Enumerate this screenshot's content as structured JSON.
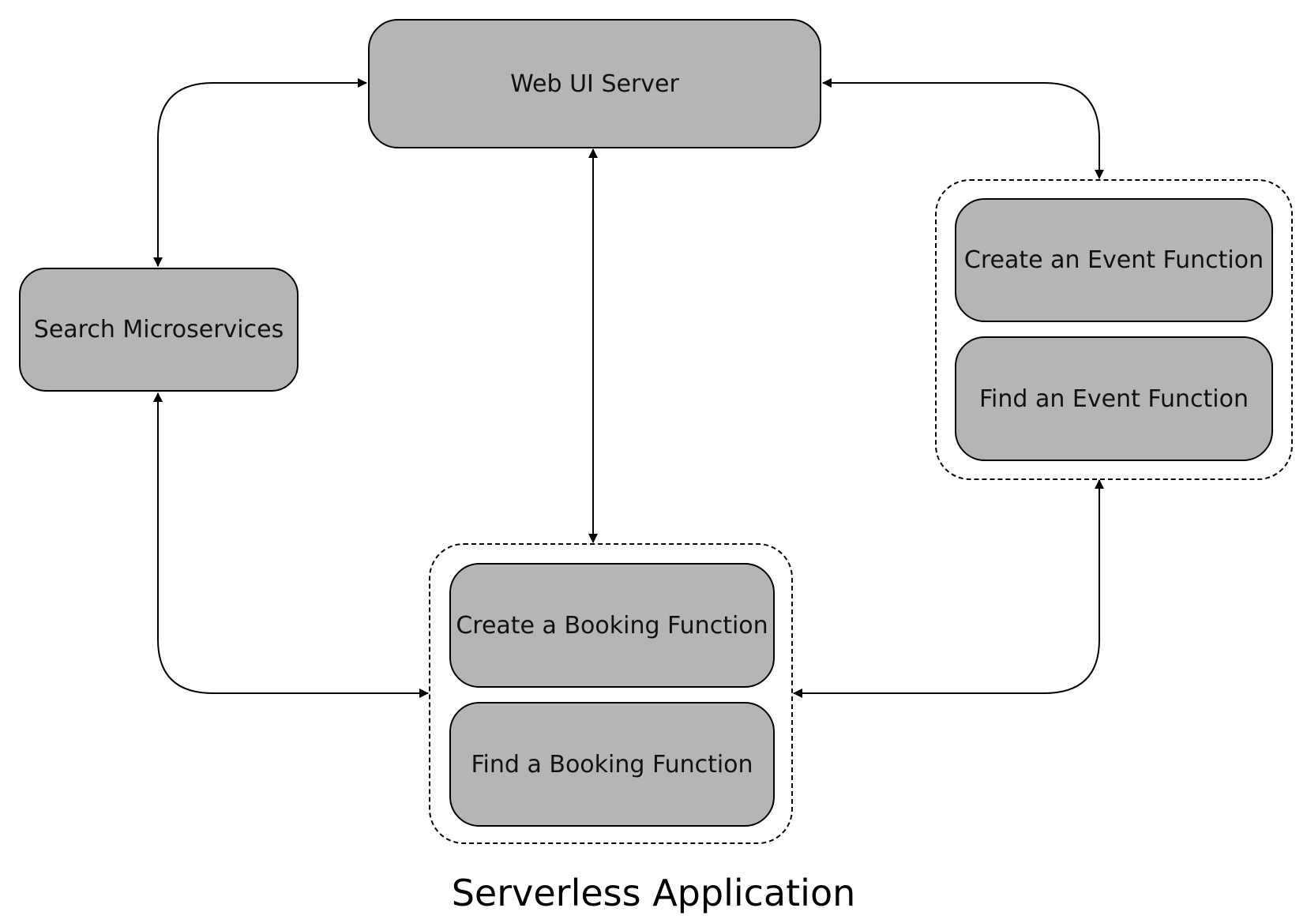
{
  "nodes": {
    "web_ui_server": "Web UI Server",
    "search_microservices": "Search Microservices",
    "create_event_function": "Create an Event Function",
    "find_event_function": "Find an Event Function",
    "create_booking_function": "Create a Booking Function",
    "find_booking_function": "Find a Booking Function"
  },
  "caption": "Serverless Application",
  "colors": {
    "node_fill": "#b5b5b5",
    "stroke": "#000000",
    "background": "#ffffff"
  }
}
